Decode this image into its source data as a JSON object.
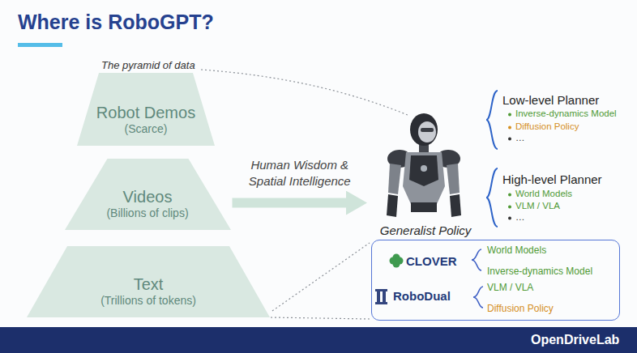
{
  "diagram": {
    "title": "Where is RoboGPT?",
    "nodes": [
      {
        "text": [
          "Robot Demos",
          "(Scarce)"
        ]
      },
      {
        "text": [
          "Videos",
          "(Billions of clips)"
        ]
      },
      {
        "text": [
          "Text",
          "(Trillions of tokens)"
        ]
      },
      {
        "text": [
          "Generalist Policy"
        ]
      },
      {
        "text": [
          "CLOVER",
          "World Models",
          "Inverse-dynamics Model",
          "RoboDual",
          "VLM / VLA",
          "Diffusion Policy"
        ]
      }
    ],
    "edges": [
      {
        "from": 1,
        "to": 3,
        "label": "Human Wisdom & Spatial Intelligence",
        "arrow": "to"
      }
    ],
    "labels": [
      "The pyramid of data",
      "Low-level Planner",
      "Inverse-dynamics Model",
      "Diffusion Policy",
      "…",
      "High-level Planner",
      "World Models",
      "VLM / VLA",
      "…",
      "OpenDriveLab"
    ]
  }
}
